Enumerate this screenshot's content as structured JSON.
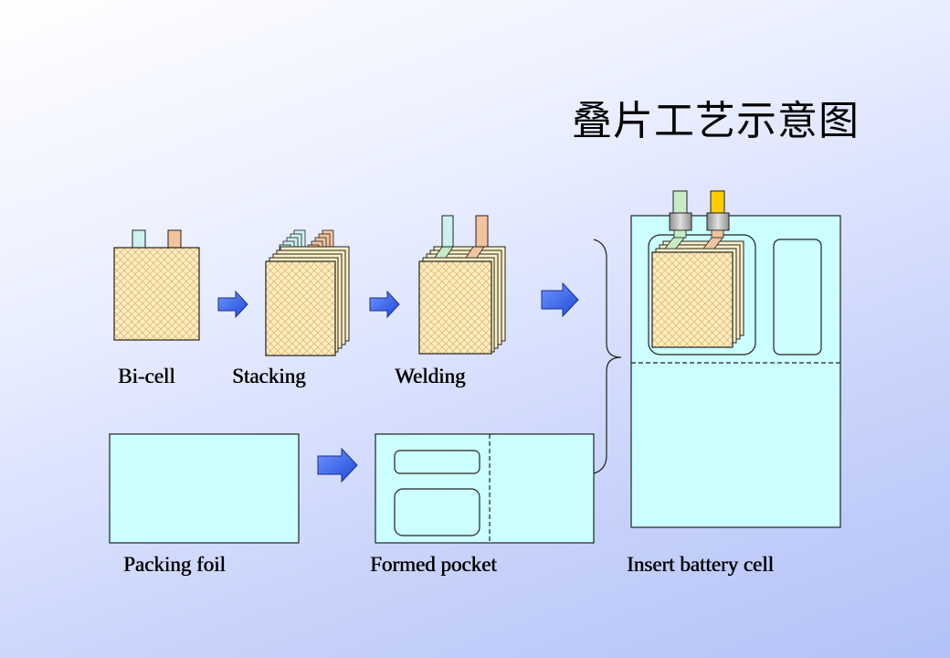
{
  "title": "叠片工艺示意图",
  "steps": {
    "bicell": "Bi-cell",
    "stacking": "Stacking",
    "welding": "Welding",
    "packing_foil": "Packing foil",
    "formed_pocket": "Formed pocket",
    "insert": "Insert battery cell"
  },
  "colors": {
    "cell_fill": "#fdefc4",
    "cell_hatch": "#e6b673",
    "foil": "#ccffff",
    "tab_cyan": "#ccf2f0",
    "tab_orange": "#f2c39f",
    "tab_green": "#c6ecc6",
    "tab_yellow": "#ffcc00",
    "arrow": "#3f6df0"
  }
}
